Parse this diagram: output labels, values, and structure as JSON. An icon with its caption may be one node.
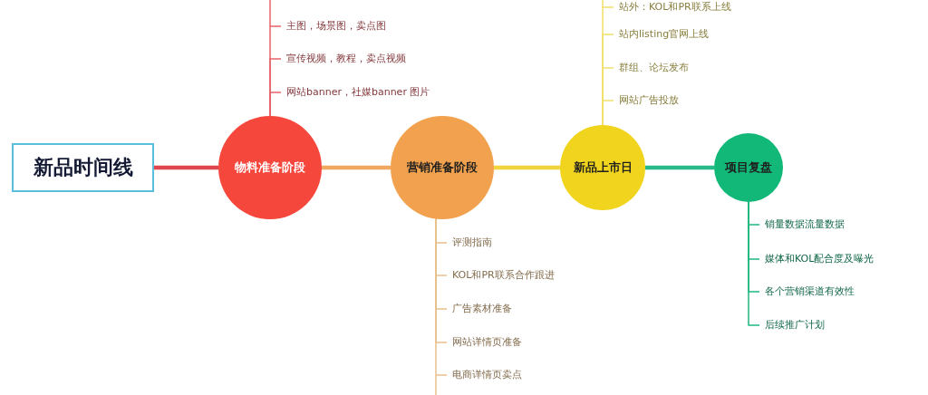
{
  "diagram": {
    "nodes": [
      {
        "text": [
          "新品时间线"
        ]
      },
      {
        "text": [
          "物料准备阶段"
        ]
      },
      {
        "text": [
          "营销准备阶段"
        ]
      },
      {
        "text": [
          "新品上市日"
        ]
      },
      {
        "text": [
          "项目复盘"
        ]
      },
      {
        "text": [
          "主图，场景图，卖点图"
        ]
      },
      {
        "text": [
          "宣传视频，教程，卖点视频"
        ]
      },
      {
        "text": [
          "网站banner，社媒banner 图片"
        ]
      },
      {
        "text": [
          "评测指南"
        ]
      },
      {
        "text": [
          "KOL和PR联系合作跟进"
        ]
      },
      {
        "text": [
          "广告素材准备"
        ]
      },
      {
        "text": [
          "网站详情页准备"
        ]
      },
      {
        "text": [
          "电商详情页卖点"
        ]
      },
      {
        "text": [
          "站外：KOL和PR联系上线"
        ]
      },
      {
        "text": [
          "站内listing官网上线"
        ]
      },
      {
        "text": [
          "群组、论坛发布"
        ]
      },
      {
        "text": [
          "网站广告投放"
        ]
      },
      {
        "text": [
          "销量数据流量数据"
        ]
      },
      {
        "text": [
          "媒体和KOL配合度及曝光"
        ]
      },
      {
        "text": [
          "各个营销渠道有效性"
        ]
      },
      {
        "text": [
          "后续推广计划"
        ]
      }
    ],
    "edges": [
      {
        "from": 0,
        "to": 1,
        "arrow": "none",
        "style": "thick",
        "color": "#e0454d"
      },
      {
        "from": 1,
        "to": 2,
        "arrow": "none",
        "style": "thick",
        "color": "#f0a860"
      },
      {
        "from": 2,
        "to": 3,
        "arrow": "none",
        "style": "thick",
        "color": "#f2d43a"
      },
      {
        "from": 3,
        "to": 4,
        "arrow": "none",
        "style": "thick",
        "color": "#27b98a"
      },
      {
        "from": 1,
        "to": 5,
        "arrow": "none",
        "color": "#e8636b"
      },
      {
        "from": 1,
        "to": 6,
        "arrow": "none",
        "color": "#e8636b"
      },
      {
        "from": 1,
        "to": 7,
        "arrow": "none",
        "color": "#e8636b"
      },
      {
        "from": 2,
        "to": 8,
        "arrow": "none",
        "color": "#e9c08a"
      },
      {
        "from": 2,
        "to": 9,
        "arrow": "none",
        "color": "#e9c08a"
      },
      {
        "from": 2,
        "to": 10,
        "arrow": "none",
        "color": "#e9c08a"
      },
      {
        "from": 2,
        "to": 11,
        "arrow": "none",
        "color": "#e9c08a"
      },
      {
        "from": 2,
        "to": 12,
        "arrow": "none",
        "color": "#e9c08a"
      },
      {
        "from": 3,
        "to": 13,
        "arrow": "none",
        "color": "#f1df6c"
      },
      {
        "from": 3,
        "to": 14,
        "arrow": "none",
        "color": "#f1df6c"
      },
      {
        "from": 3,
        "to": 15,
        "arrow": "none",
        "color": "#f1df6c"
      },
      {
        "from": 3,
        "to": 16,
        "arrow": "none",
        "color": "#f1df6c"
      },
      {
        "from": 4,
        "to": 17,
        "arrow": "none",
        "color": "#20b87f"
      },
      {
        "from": 4,
        "to": 18,
        "arrow": "none",
        "color": "#20b87f"
      },
      {
        "from": 4,
        "to": 19,
        "arrow": "none",
        "color": "#20b87f"
      },
      {
        "from": 4,
        "to": 20,
        "arrow": "none",
        "color": "#20b87f"
      }
    ]
  }
}
